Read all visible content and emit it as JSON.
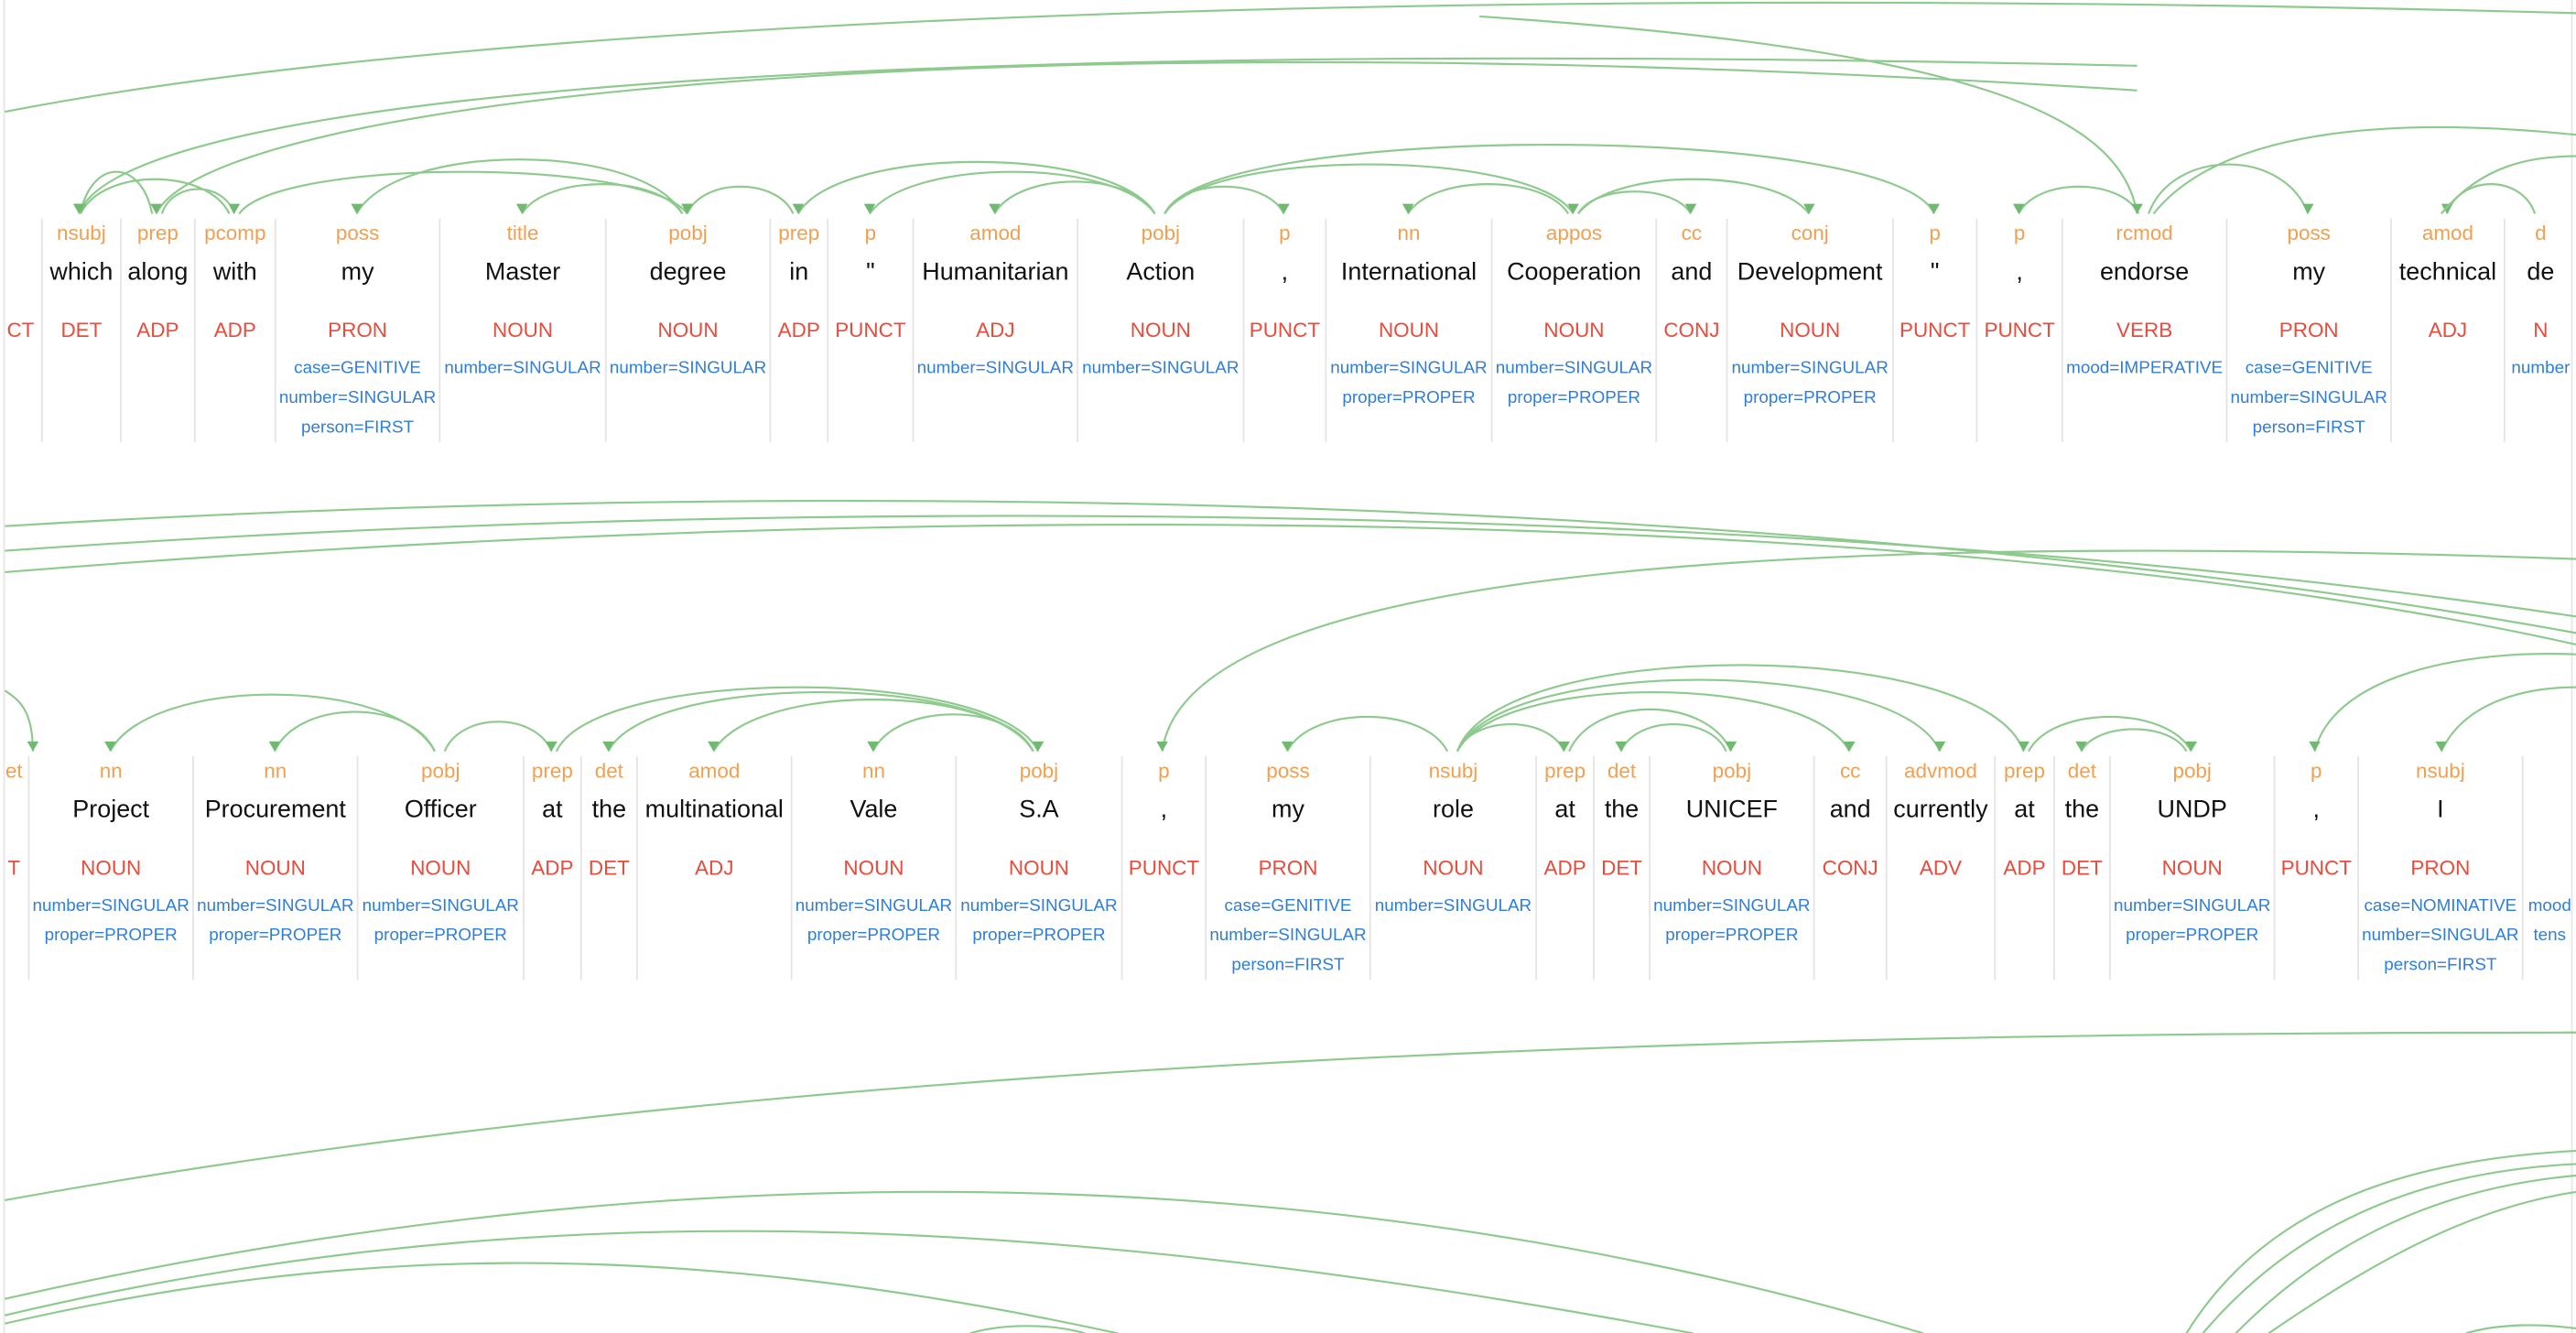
{
  "colors": {
    "dependency_label": "#f0a052",
    "part_of_speech": "#e84c3c",
    "morphology": "#2f7ed8",
    "word": "#111111",
    "arc": "#8ec98e"
  },
  "rows": [
    {
      "tokens": [
        {
          "word": "",
          "dep": "",
          "pos": "CT",
          "feats": []
        },
        {
          "word": "which",
          "dep": "nsubj",
          "pos": "DET",
          "feats": []
        },
        {
          "word": "along",
          "dep": "prep",
          "pos": "ADP",
          "feats": []
        },
        {
          "word": "with",
          "dep": "pcomp",
          "pos": "ADP",
          "feats": []
        },
        {
          "word": "my",
          "dep": "poss",
          "pos": "PRON",
          "feats": [
            "case=GENITIVE",
            "number=SINGULAR",
            "person=FIRST"
          ]
        },
        {
          "word": "Master",
          "dep": "title",
          "pos": "NOUN",
          "feats": [
            "number=SINGULAR"
          ]
        },
        {
          "word": "degree",
          "dep": "pobj",
          "pos": "NOUN",
          "feats": [
            "number=SINGULAR"
          ]
        },
        {
          "word": "in",
          "dep": "prep",
          "pos": "ADP",
          "feats": []
        },
        {
          "word": "\"",
          "dep": "p",
          "pos": "PUNCT",
          "feats": []
        },
        {
          "word": "Humanitarian",
          "dep": "amod",
          "pos": "ADJ",
          "feats": [
            "number=SINGULAR"
          ]
        },
        {
          "word": "Action",
          "dep": "pobj",
          "pos": "NOUN",
          "feats": [
            "number=SINGULAR"
          ]
        },
        {
          "word": ",",
          "dep": "p",
          "pos": "PUNCT",
          "feats": []
        },
        {
          "word": "International",
          "dep": "nn",
          "pos": "NOUN",
          "feats": [
            "number=SINGULAR",
            "proper=PROPER"
          ]
        },
        {
          "word": "Cooperation",
          "dep": "appos",
          "pos": "NOUN",
          "feats": [
            "number=SINGULAR",
            "proper=PROPER"
          ]
        },
        {
          "word": "and",
          "dep": "cc",
          "pos": "CONJ",
          "feats": []
        },
        {
          "word": "Development",
          "dep": "conj",
          "pos": "NOUN",
          "feats": [
            "number=SINGULAR",
            "proper=PROPER"
          ]
        },
        {
          "word": "\"",
          "dep": "p",
          "pos": "PUNCT",
          "feats": []
        },
        {
          "word": ",",
          "dep": "p",
          "pos": "PUNCT",
          "feats": []
        },
        {
          "word": "endorse",
          "dep": "rcmod",
          "pos": "VERB",
          "feats": [
            "mood=IMPERATIVE"
          ]
        },
        {
          "word": "my",
          "dep": "poss",
          "pos": "PRON",
          "feats": [
            "case=GENITIVE",
            "number=SINGULAR",
            "person=FIRST"
          ]
        },
        {
          "word": "technical",
          "dep": "amod",
          "pos": "ADJ",
          "feats": []
        },
        {
          "word": "de",
          "dep": "d",
          "pos": "N",
          "feats": [
            "number"
          ]
        }
      ]
    },
    {
      "tokens": [
        {
          "word": "",
          "dep": "et",
          "pos": "T",
          "feats": []
        },
        {
          "word": "Project",
          "dep": "nn",
          "pos": "NOUN",
          "feats": [
            "number=SINGULAR",
            "proper=PROPER"
          ]
        },
        {
          "word": "Procurement",
          "dep": "nn",
          "pos": "NOUN",
          "feats": [
            "number=SINGULAR",
            "proper=PROPER"
          ]
        },
        {
          "word": "Officer",
          "dep": "pobj",
          "pos": "NOUN",
          "feats": [
            "number=SINGULAR",
            "proper=PROPER"
          ]
        },
        {
          "word": "at",
          "dep": "prep",
          "pos": "ADP",
          "feats": []
        },
        {
          "word": "the",
          "dep": "det",
          "pos": "DET",
          "feats": []
        },
        {
          "word": "multinational",
          "dep": "amod",
          "pos": "ADJ",
          "feats": []
        },
        {
          "word": "Vale",
          "dep": "nn",
          "pos": "NOUN",
          "feats": [
            "number=SINGULAR",
            "proper=PROPER"
          ]
        },
        {
          "word": "S.A",
          "dep": "pobj",
          "pos": "NOUN",
          "feats": [
            "number=SINGULAR",
            "proper=PROPER"
          ]
        },
        {
          "word": ",",
          "dep": "p",
          "pos": "PUNCT",
          "feats": []
        },
        {
          "word": "my",
          "dep": "poss",
          "pos": "PRON",
          "feats": [
            "case=GENITIVE",
            "number=SINGULAR",
            "person=FIRST"
          ]
        },
        {
          "word": "role",
          "dep": "nsubj",
          "pos": "NOUN",
          "feats": [
            "number=SINGULAR"
          ]
        },
        {
          "word": "at",
          "dep": "prep",
          "pos": "ADP",
          "feats": []
        },
        {
          "word": "the",
          "dep": "det",
          "pos": "DET",
          "feats": []
        },
        {
          "word": "UNICEF",
          "dep": "pobj",
          "pos": "NOUN",
          "feats": [
            "number=SINGULAR",
            "proper=PROPER"
          ]
        },
        {
          "word": "and",
          "dep": "cc",
          "pos": "CONJ",
          "feats": []
        },
        {
          "word": "currently",
          "dep": "advmod",
          "pos": "ADV",
          "feats": []
        },
        {
          "word": "at",
          "dep": "prep",
          "pos": "ADP",
          "feats": []
        },
        {
          "word": "the",
          "dep": "det",
          "pos": "DET",
          "feats": []
        },
        {
          "word": "UNDP",
          "dep": "pobj",
          "pos": "NOUN",
          "feats": [
            "number=SINGULAR",
            "proper=PROPER"
          ]
        },
        {
          "word": ",",
          "dep": "p",
          "pos": "PUNCT",
          "feats": []
        },
        {
          "word": "I",
          "dep": "nsubj",
          "pos": "PRON",
          "feats": [
            "case=NOMINATIVE",
            "number=SINGULAR",
            "person=FIRST"
          ]
        },
        {
          "word": "",
          "dep": "",
          "pos": "",
          "feats": [
            "mood",
            "tens"
          ]
        }
      ]
    }
  ]
}
